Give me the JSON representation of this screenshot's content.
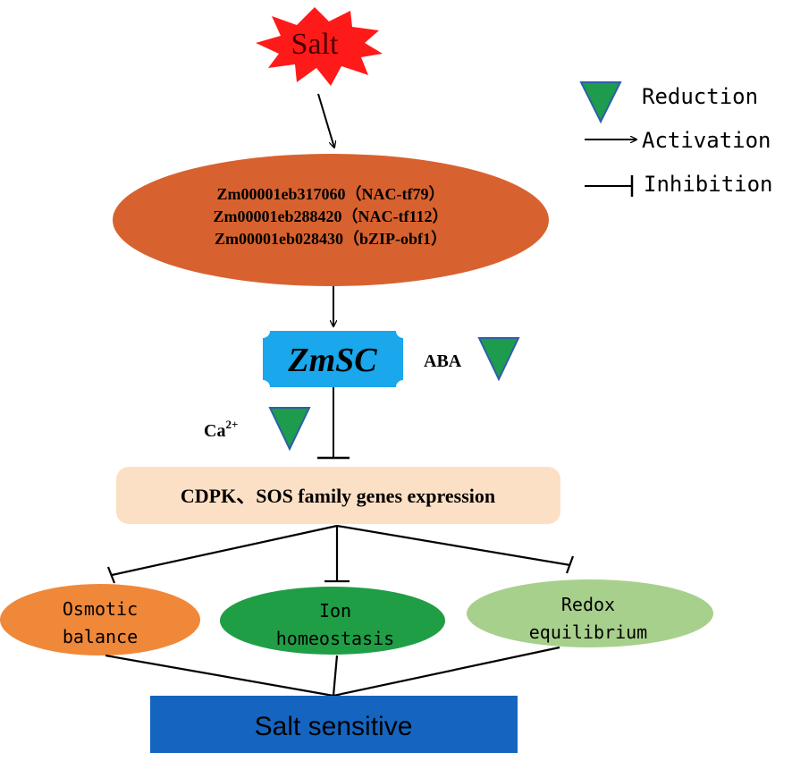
{
  "trigger": {
    "label": "Salt"
  },
  "tf_genes": [
    "Zm00001eb317060（NAC-tf79）",
    "Zm00001eb288420（NAC-tf112）",
    "Zm00001eb028430（bZIP-obf1）"
  ],
  "gene": {
    "label": "ZmSC"
  },
  "aba": {
    "label": "ABA"
  },
  "ca": {
    "label": "Ca",
    "superscript": "2+"
  },
  "expression": {
    "label": "CDPK、SOS family genes expression"
  },
  "processes": {
    "osmotic": {
      "line1": "Osmotic",
      "line2": "balance"
    },
    "ion": {
      "line1": "Ion",
      "line2": "homeostasis"
    },
    "redox": {
      "line1": "Redox",
      "line2": "equilibrium"
    }
  },
  "outcome": {
    "label": "Salt sensitive"
  },
  "legend": {
    "reduction": "Reduction",
    "activation": "Activation",
    "inhibition": "Inhibition"
  },
  "colors": {
    "salt_star": "#ff1a1a",
    "tf_ellipse": "#d8622f",
    "gene_box": "#1aa7ec",
    "expression_box": "#fce0c5",
    "osmotic": "#f0883a",
    "ion": "#1f9e45",
    "redox": "#a8d08d",
    "outcome_box": "#1565c0",
    "reduction_triangle": "#1e9b4c",
    "reduction_triangle_stroke": "#2e5fa8"
  }
}
